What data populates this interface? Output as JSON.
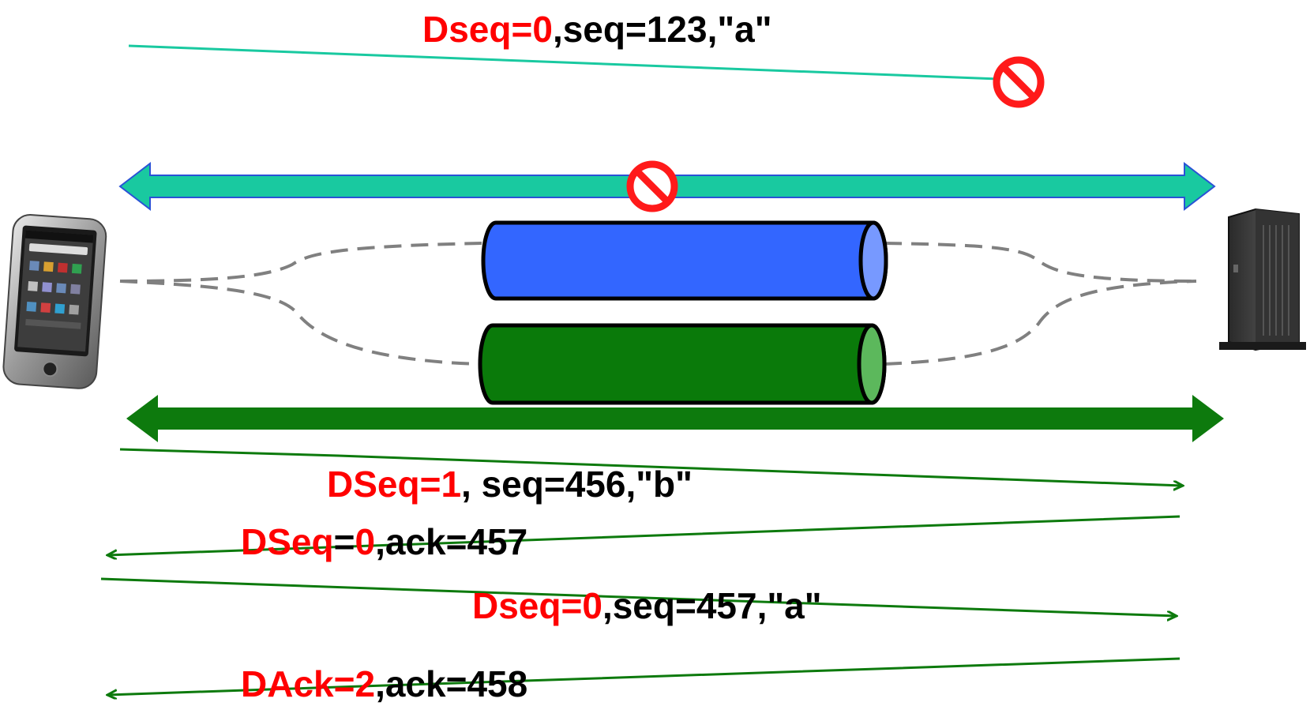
{
  "colors": {
    "teal": "#19c9a0",
    "green": "#0d7a0d",
    "blue_pipe": "#3366ff",
    "green_pipe": "#0a7a0a",
    "label_red": "#ff0000",
    "block_red": "#ff1a1a"
  },
  "icons": {
    "phone": "smartphone-icon",
    "server": "server-tower-icon",
    "blocked": "no-entry-icon"
  },
  "messages": {
    "m1": {
      "red": "Dseq=0",
      "black": ",seq=123,\"a\""
    },
    "m2": {
      "red": "DSeq=1",
      "black": ", seq=456,\"b\""
    },
    "m3": {
      "red": "DSeq",
      "black1": "=",
      "red2": "0",
      "black2": ",ack=457"
    },
    "m4": {
      "red": "Dseq=0",
      "black": ",seq=457,\"a\""
    },
    "m5": {
      "red": "DAck=2",
      "black": ",ack=458"
    }
  }
}
